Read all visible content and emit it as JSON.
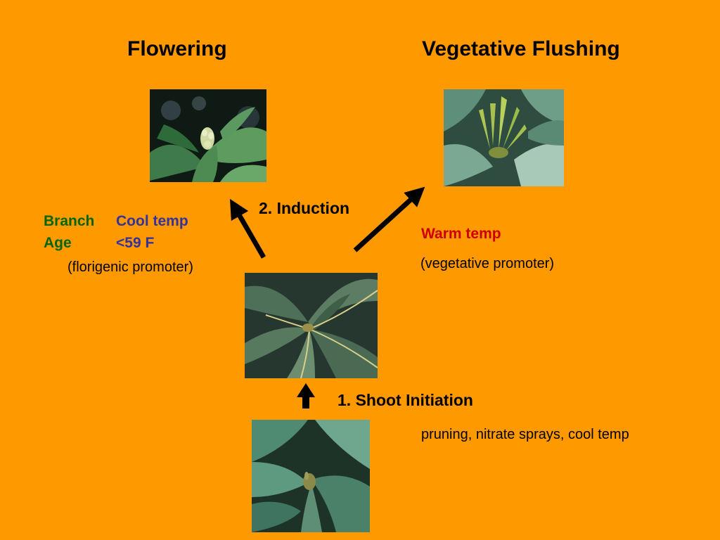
{
  "titles": {
    "flowering": "Flowering",
    "vegetative_flushing": "Vegetative Flushing"
  },
  "labels": {
    "induction": "2. Induction",
    "shoot_initiation": "1.  Shoot Initiation",
    "branch_age_line1": "Branch",
    "branch_age_line2": "Age",
    "cool_temp_line1": "Cool temp",
    "cool_temp_line2": "<59 F",
    "florigenic_promoter": "(florigenic promoter)",
    "warm_temp": "Warm temp",
    "vegetative_promoter": "(vegetative promoter)",
    "initiation_factors": "pruning, nitrate sprays, cool temp"
  },
  "colors": {
    "background": "#ff9900",
    "branch_age": "#006600",
    "cool_temp": "#333399",
    "warm_temp": "#cc0000"
  },
  "images": {
    "flowering": "flowering-shoot-photo",
    "vegetative": "vegetative-flush-photo",
    "shoot": "initiated-shoot-photo",
    "bud": "terminal-bud-photo"
  }
}
